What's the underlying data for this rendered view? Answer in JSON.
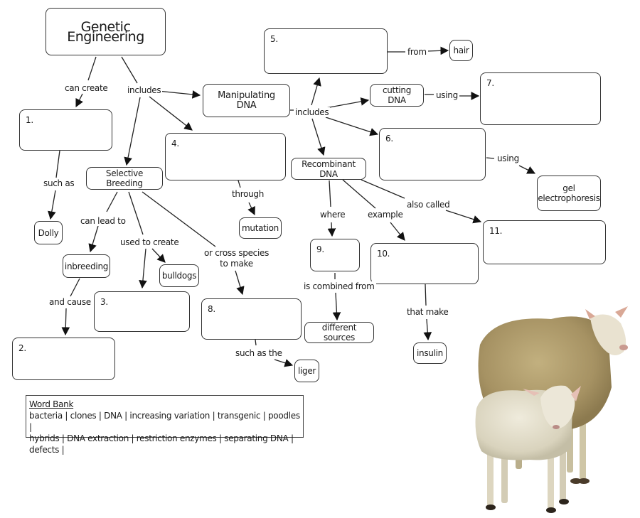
{
  "diagram": {
    "title": "Genetic Engineering",
    "nodes": {
      "manipulating_dna": "Manipulating DNA",
      "selective_breeding": "Selective Breeding",
      "recombinant_dna": "Recombinant DNA",
      "cutting_dna": "cutting DNA",
      "hair": "hair",
      "gel_electrophoresis_line1": "gel",
      "gel_electrophoresis_line2": "electrophoresis",
      "dolly": "Dolly",
      "mutation": "mutation",
      "inbreeding": "inbreeding",
      "bulldogs": "bulldogs",
      "liger": "liger",
      "different_sources": "different sources",
      "insulin": "insulin"
    },
    "blanks": {
      "b1": "1.",
      "b2": "2.",
      "b3": "3.",
      "b4": "4.",
      "b5": "5.",
      "b6": "6.",
      "b7": "7.",
      "b8": "8.",
      "b9": "9.",
      "b10": "10.",
      "b11": "11."
    },
    "links": {
      "can_create": "can create",
      "includes_top": "includes",
      "includes_dna": "includes",
      "such_as": "such as",
      "through": "through",
      "can_lead_to": "can lead to",
      "used_to_create": "used to create",
      "or_cross_species_1": "or cross species",
      "or_cross_species_2": "to make",
      "and_cause": "and cause",
      "such_as_the": "such as the",
      "from": "from",
      "using_cutting": "using",
      "using_6": "using",
      "where": "where",
      "example": "example",
      "also_called": "also called",
      "is_combined_from": "is combined from",
      "that_make": "that make"
    }
  },
  "word_bank": {
    "title": "Word Bank",
    "line1": "bacteria | clones | DNA | increasing variation | transgenic | poodles |",
    "line2": "hybrids | DNA extraction | restriction enzymes | separating DNA | defects |"
  },
  "image": {
    "subject": "sheep-and-lamb-photo"
  }
}
